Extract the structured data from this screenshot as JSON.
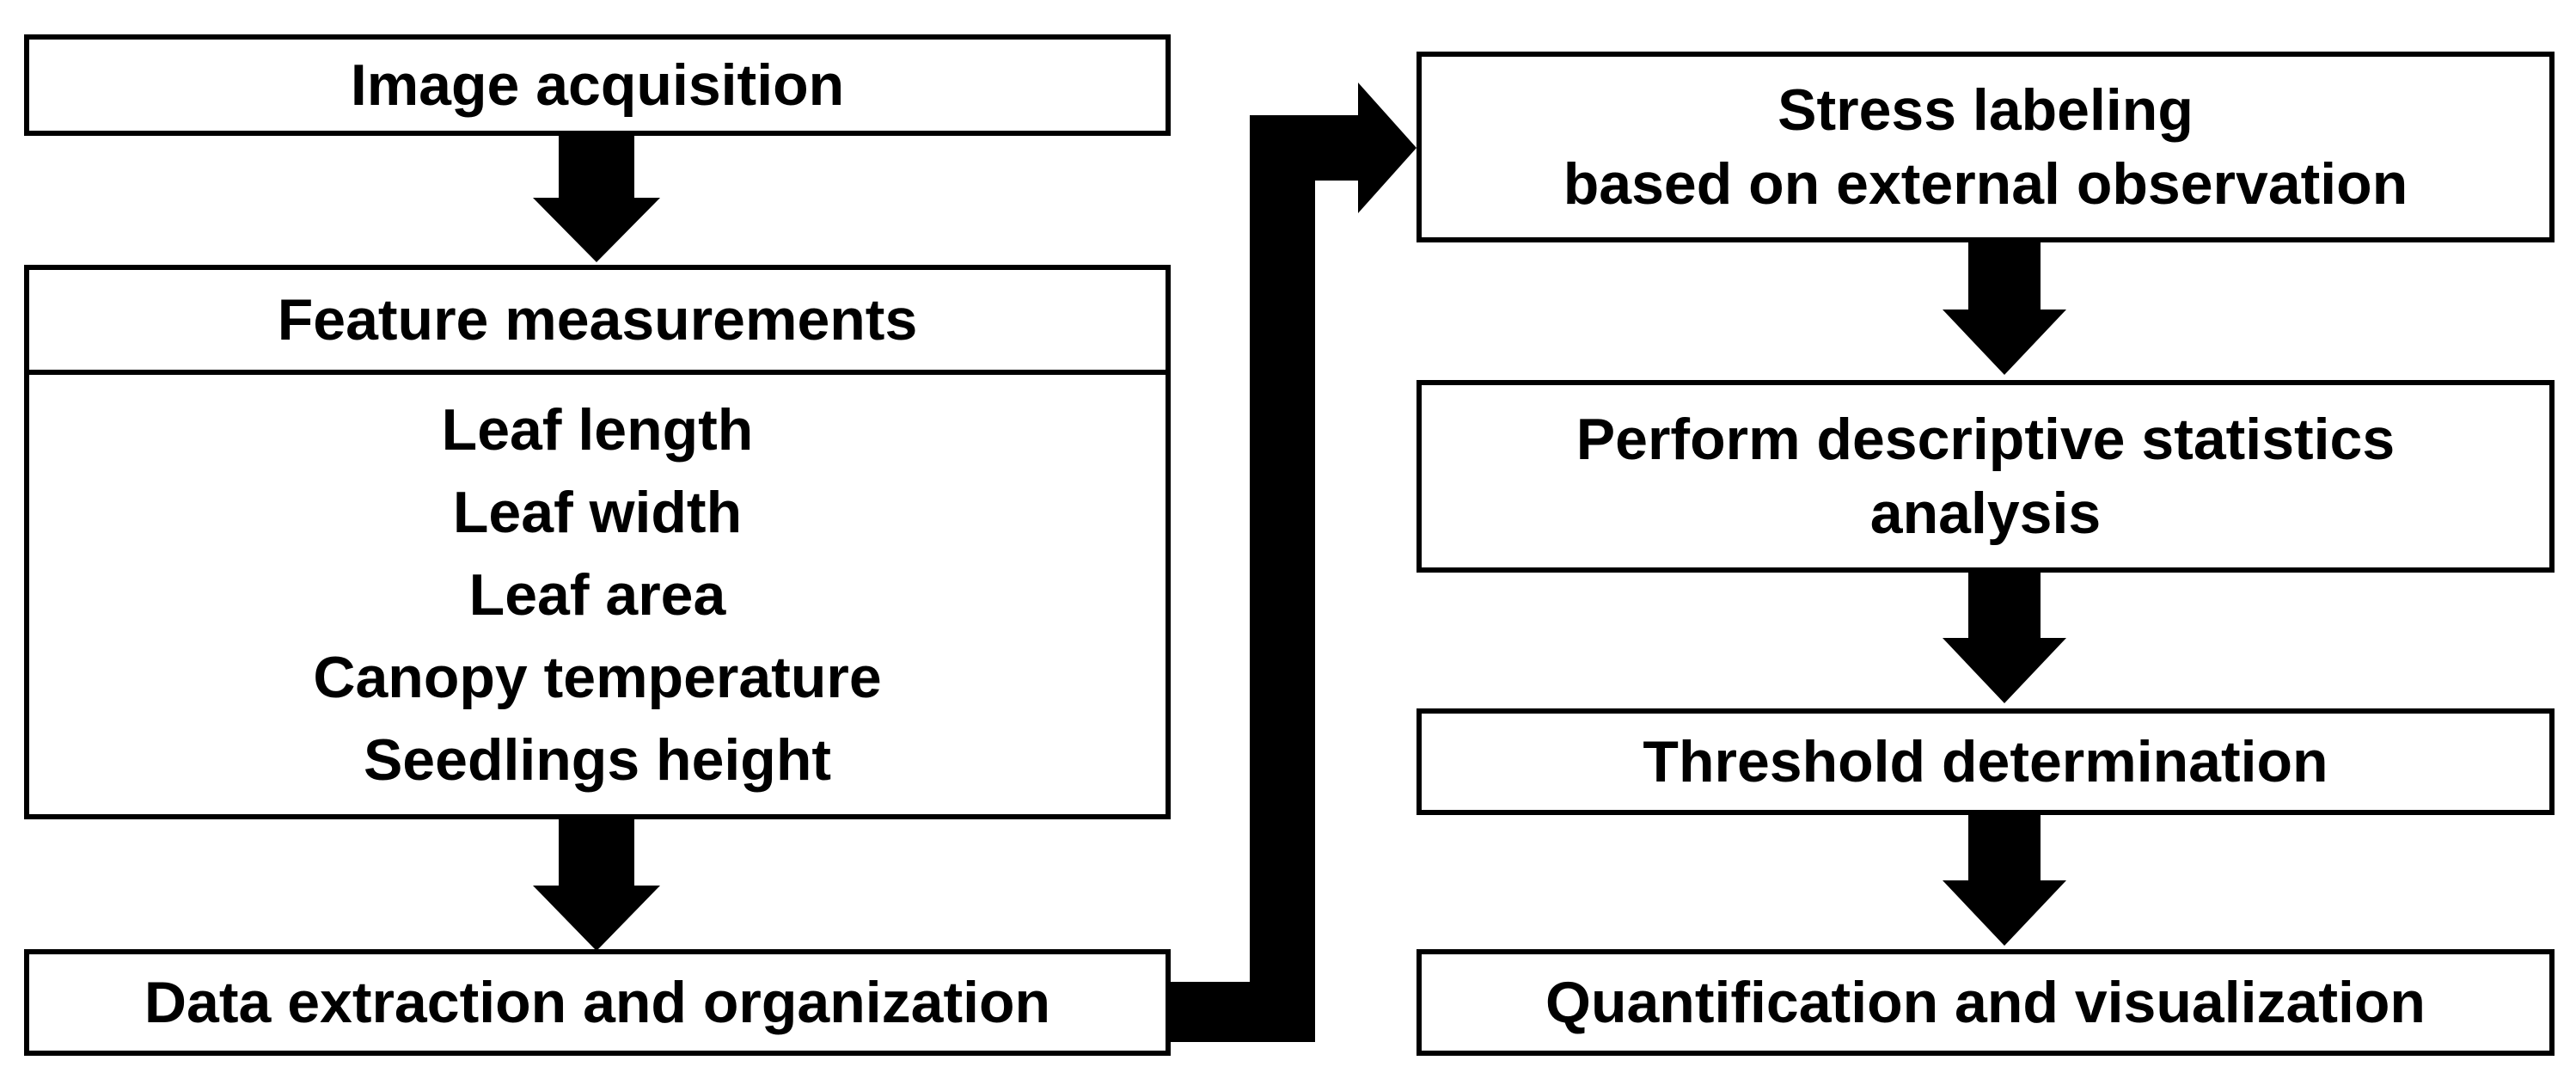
{
  "left_column": {
    "image_acquisition": "Image acquisition",
    "feature_measurements": {
      "title": "Feature measurements",
      "items": [
        "Leaf length",
        "Leaf width",
        "Leaf area",
        "Canopy temperature",
        "Seedlings height"
      ]
    },
    "data_extraction": "Data extraction and organization"
  },
  "right_column": {
    "stress_labeling": {
      "line1": "Stress labeling",
      "line2": "based on external observation"
    },
    "descriptive_statistics": {
      "line1": "Perform descriptive statistics",
      "line2": "analysis"
    },
    "threshold_determination": "Threshold determination",
    "quantification": "Quantification and visualization"
  },
  "colors": {
    "stroke": "#000000",
    "background": "#ffffff"
  }
}
